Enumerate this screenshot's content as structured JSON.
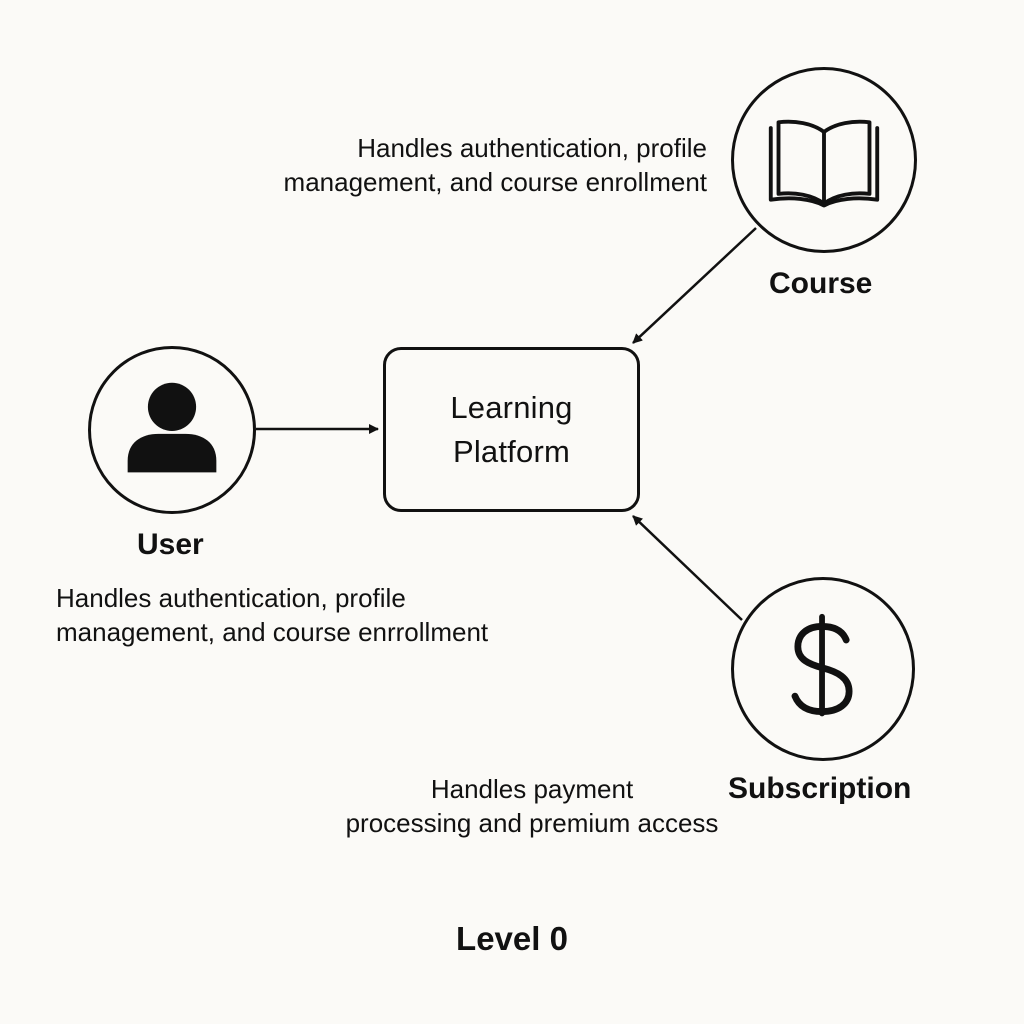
{
  "process": {
    "label": "Learning\nPlatform"
  },
  "nodes": {
    "user": {
      "label": "User",
      "icon": "user-icon",
      "description": "Handles authentication, profile\nmanagement, and course enrrollment"
    },
    "course": {
      "label": "Course",
      "icon": "book-icon",
      "description": "Handles authentication, profile\nmanagement, and course enrollment"
    },
    "subscription": {
      "label": "Subscription",
      "icon": "dollar-sign-icon",
      "description": "Handles payment\nprocessing and premium access"
    }
  },
  "level": "Level 0",
  "colors": {
    "stroke": "#111111",
    "background": "#fbfaf7"
  }
}
